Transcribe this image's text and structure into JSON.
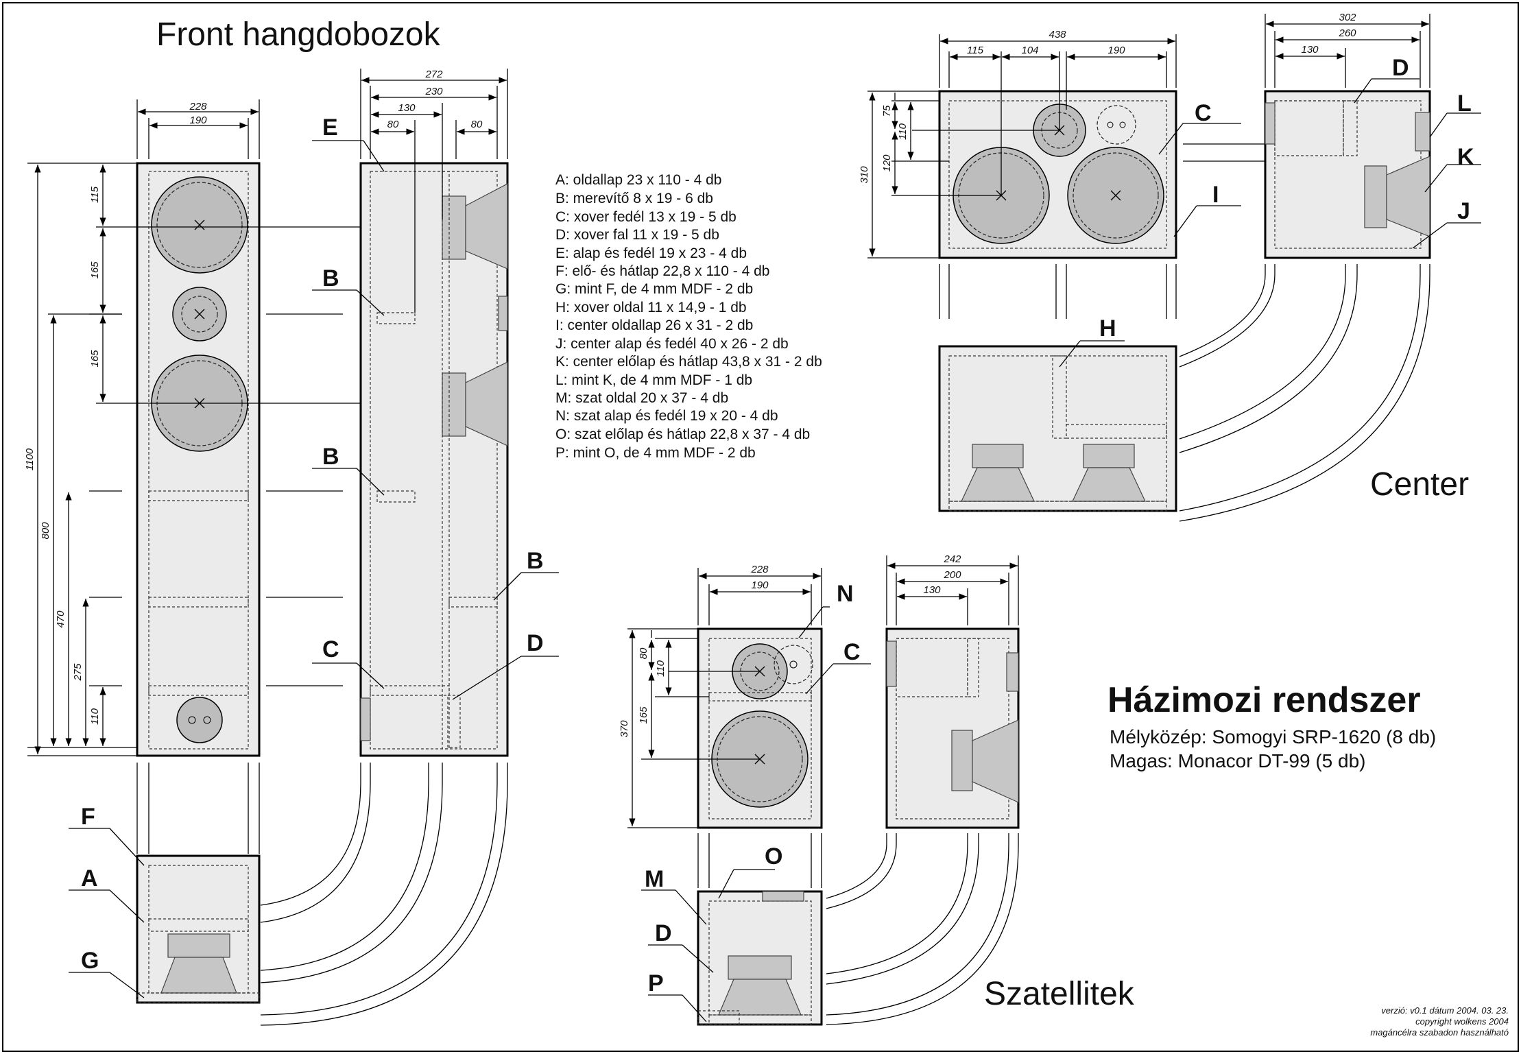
{
  "titles": {
    "front": "Front hangdobozok",
    "center": "Center",
    "satellites": "Szatellitek",
    "system": "Házimozi rendszer"
  },
  "drivers": {
    "midwoofer": "Mélyközép: Somogyi SRP-1620 (8 db)",
    "tweeter": "Magas: Monacor DT-99 (5 db)"
  },
  "parts_list": [
    "A: oldallap 23 x 110 - 4 db",
    "B: merevítő 8 x 19 - 6 db",
    "C: xover fedél 13 x 19 - 5 db",
    "D: xover fal 11 x 19 - 5 db",
    "E: alap és fedél 19 x 23 - 4 db",
    "F: elő- és hátlap 22,8 x 110 - 4 db",
    "G: mint F, de 4 mm MDF - 2 db",
    "H: xover oldal 11 x 14,9 - 1 db",
    "I: center oldallap 26 x 31 - 2 db",
    "J: center alap és fedél 40 x 26 - 2 db",
    "K: center előlap és hátlap 43,8 x 31 - 2 db",
    "L: mint K, de 4 mm MDF - 1 db",
    "M: szat oldal  20 x 37 - 4 db",
    "N: szat alap és fedél 19 x 20 - 4 db",
    "O: szat előlap és hátlap 22,8 x 37 - 4 db",
    "P: mint O, de 4 mm MDF - 2 db"
  ],
  "part_labels": {
    "A": "A",
    "B": "B",
    "C": "C",
    "D": "D",
    "E": "E",
    "F": "F",
    "G": "G",
    "H": "H",
    "I": "I",
    "J": "J",
    "K": "K",
    "L": "L",
    "M": "M",
    "N": "N",
    "O": "O",
    "P": "P"
  },
  "dimensions": {
    "front_width_outer": "228",
    "front_width_inner": "190",
    "front_depth_272": "272",
    "front_depth_230": "230",
    "front_depth_130": "130",
    "front_depth_80a": "80",
    "front_depth_80b": "80",
    "front_h_115": "115",
    "front_h_165a": "165",
    "front_h_165b": "165",
    "front_h_1100": "1100",
    "front_h_800": "800",
    "front_h_470": "470",
    "front_h_275": "275",
    "front_h_110": "110",
    "center_w_438": "438",
    "center_w_115": "115",
    "center_w_104": "104",
    "center_w_190": "190",
    "center_h_310": "310",
    "center_h_75": "75",
    "center_h_110": "110",
    "center_h_120": "120",
    "center_d_302": "302",
    "center_d_260": "260",
    "center_d_130": "130",
    "sat_w_228": "228",
    "sat_w_190": "190",
    "sat_d_242": "242",
    "sat_d_200": "200",
    "sat_d_130": "130",
    "sat_h_370": "370",
    "sat_h_80": "80",
    "sat_h_110": "110",
    "sat_h_165": "165"
  },
  "footer": {
    "version": "verzió: v0.1 dátum 2004. 03. 23.",
    "copyright": "copyright wolkens 2004",
    "license": "magáncélra szabadon használható"
  }
}
